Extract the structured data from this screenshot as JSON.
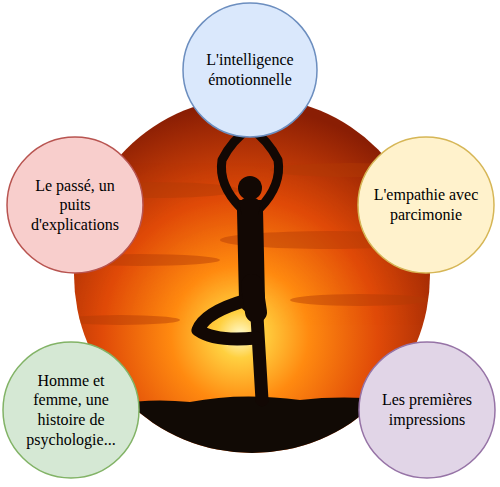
{
  "diagram": {
    "nodes": [
      {
        "text": [
          "L'intelligence émotionnelle"
        ]
      },
      {
        "text": [
          "Le passé, un puits d'explications"
        ]
      },
      {
        "text": [
          "L'empathie avec parcimonie"
        ]
      },
      {
        "text": [
          "Homme et femme, une histoire de psychologie..."
        ]
      },
      {
        "text": [
          "Les premières impressions"
        ]
      }
    ]
  }
}
